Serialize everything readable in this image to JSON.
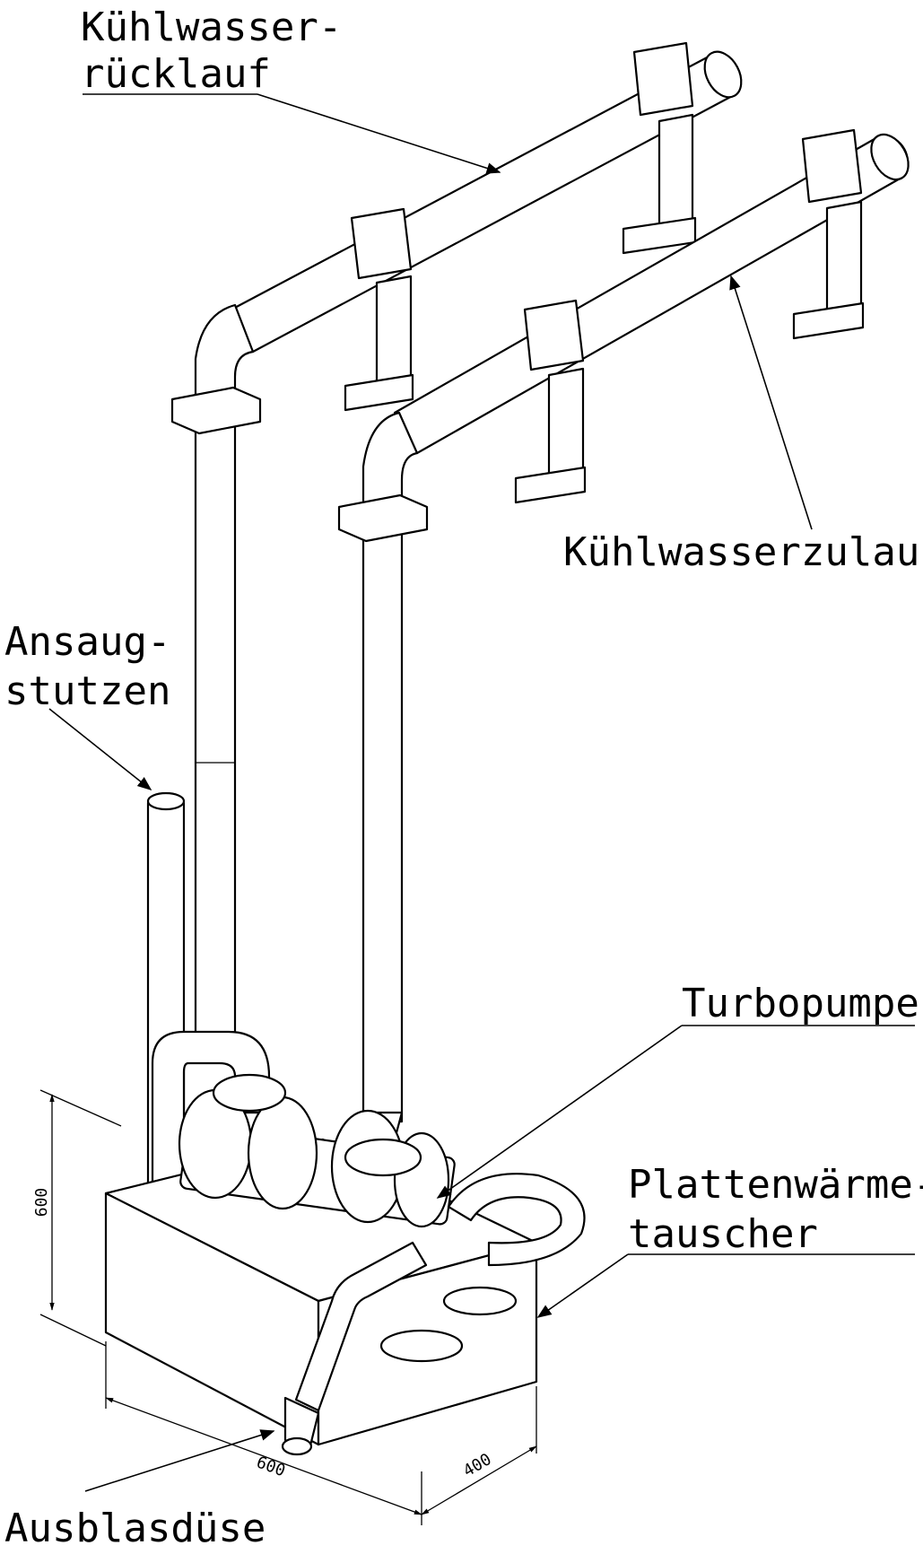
{
  "labels": {
    "return_line_1": "Kühlwasser-",
    "return_line_2": "rücklauf",
    "supply": "Kühlwasserzulauf",
    "intake_1": "Ansaug-",
    "intake_2": "stutzen",
    "pump": "Turbopumpe",
    "exchanger_1": "Plattenwärme-",
    "exchanger_2": "tauscher",
    "nozzle": "Ausblasdüse"
  },
  "dimensions": {
    "height": "600",
    "length": "600",
    "width": "400"
  }
}
